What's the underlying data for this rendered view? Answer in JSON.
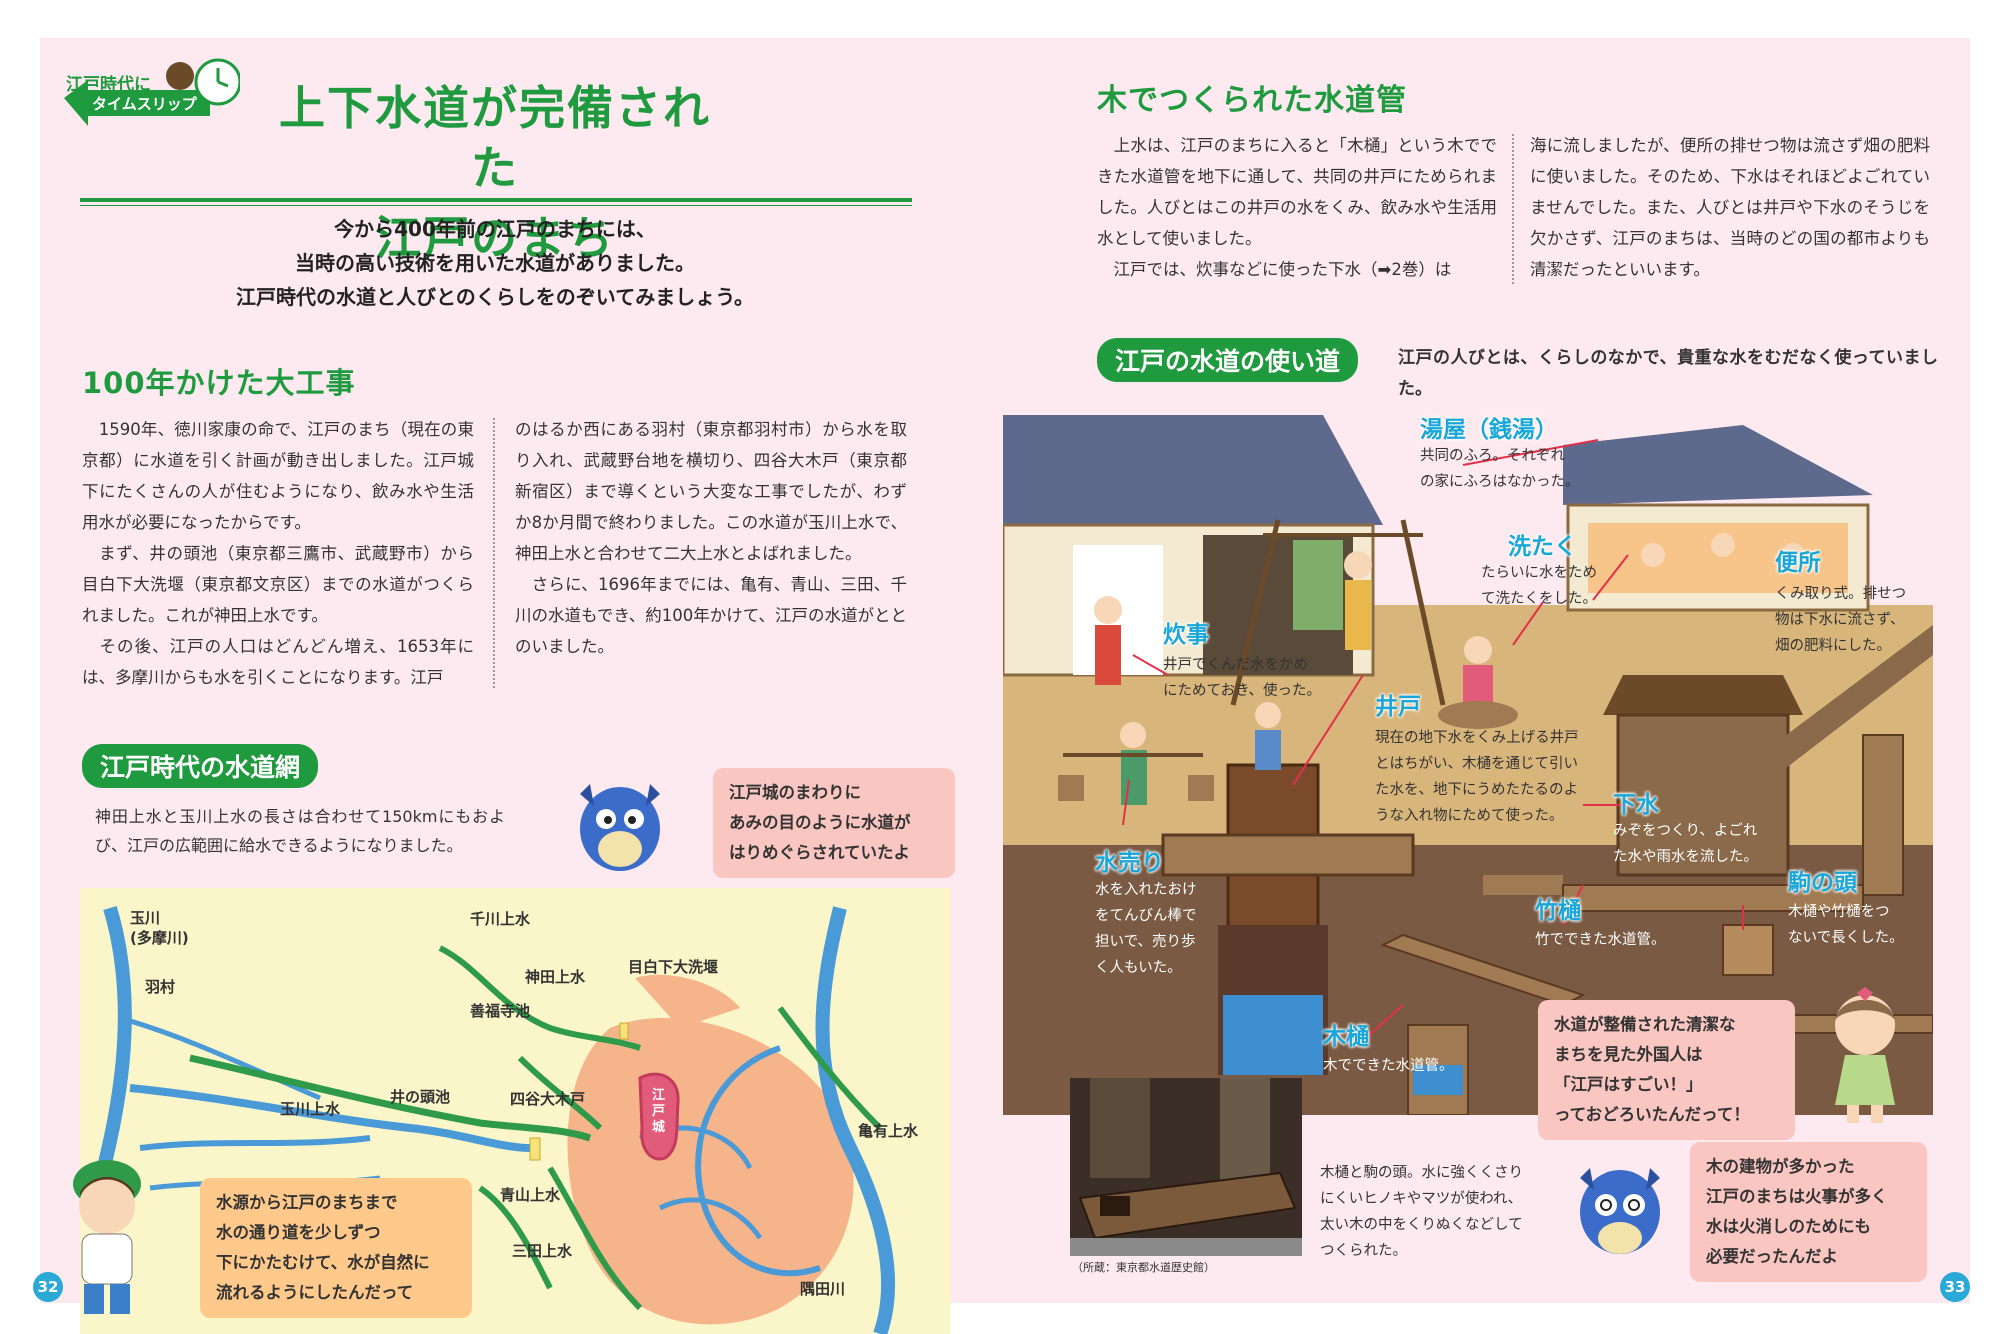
{
  "left": {
    "badge_line1": "江戸時代に",
    "badge_line2": "タイムスリップ",
    "title_line1": "上下水道が完備された",
    "title_line2": "江戸のまち",
    "intro_line1": "今から400年前の江戸のまちには、",
    "intro_line2": "当時の高い技術を用いた水道がありました。",
    "intro_line3": "江戸時代の水道と人びとのくらしをのぞいてみましょう。",
    "section1_heading": "100年かけた大工事",
    "section1_col1": "　1590年、徳川家康の命で、江戸のまち（現在の東京都）に水道を引く計画が動き出しました。江戸城下にたくさんの人が住むようになり、飲み水や生活用水が必要になったからです。\n　まず、井の頭池（東京都三鷹市、武蔵野市）から目白下大洗堰（東京都文京区）までの水道がつくられました。これが神田上水です。\n　その後、江戸の人口はどんどん増え、1653年には、多摩川からも水を引くことになります。江戸",
    "section1_col2": "のはるか西にある羽村（東京都羽村市）から水を取り入れ、武蔵野台地を横切り、四谷大木戸（東京都新宿区）まで導くという大変な工事でしたが、わずか8か月間で終わりました。この水道が玉川上水で、神田上水と合わせて二大上水とよばれました。\n　さらに、1696年までには、亀有、青山、三田、千川の水道もでき、約100年かけて、江戸の水道がととのいました。",
    "section2_heading": "江戸時代の水道網",
    "section2_text": "神田上水と玉川上水の長さは合わせて150kmにもおよび、江戸の広範囲に給水できるようになりました。",
    "bubble_castle": "江戸城のまわりに\nあみの目のように水道が\nはりめぐらされていたよ",
    "bubble_slope": "水源から江戸のまちまで\n水の通り道を少しずつ\n下にかたむけて、水が自然に\n流れるようにしたんだって",
    "map_labels": {
      "tamagawa": "玉川\n(多摩川)",
      "hamura": "羽村",
      "senkawa": "千川上水",
      "kanda": "神田上水",
      "mejiro": "目白下大洗堰",
      "zenpukuji": "善福寺池",
      "inokashira": "井の頭池",
      "yotsuya": "四谷大木戸",
      "tamagawa_josui": "玉川上水",
      "aoyama": "青山上水",
      "mita": "三田上水",
      "kameari": "亀有上水",
      "sumida": "隅田川",
      "castle": "江戸城"
    },
    "page_number": "32"
  },
  "right": {
    "section_heading": "木でつくられた水道管",
    "col1": "　上水は、江戸のまちに入ると「木樋」という木でできた水道管を地下に通して、共同の井戸にためられました。人びとはこの井戸の水をくみ、飲み水や生活用水として使いました。\n　江戸では、炊事などに使った下水（➡2巻）は",
    "col2": "海に流しましたが、便所の排せつ物は流さず畑の肥料に使いました。そのため、下水はそれほどよごれていませんでした。また、人びとは井戸や下水のそうじを欠かさず、江戸のまちは、当時のどの国の都市よりも清潔だったといいます。",
    "usage_heading": "江戸の水道の使い道",
    "usage_lead": "江戸の人びとは、くらしのなかで、貴重な水をむだなく使っていました。",
    "labels": {
      "yuya": "湯屋（銭湯）",
      "yuya_desc": "共同のふろ。それぞれ\nの家にふろはなかった。",
      "sentaku": "洗たく",
      "sentaku_desc": "たらいに水をため\nて洗たくをした。",
      "benjo": "便所",
      "benjo_desc": "くみ取り式。排せつ\n物は下水に流さず、\n畑の肥料にした。",
      "suiji": "炊事",
      "suiji_desc": "井戸でくんだ水をかめ\nにためておき、使った。",
      "ido": "井戸",
      "ido_desc": "現在の地下水をくみ上げる井戸\nとはちがい、木樋を通じて引い\nた水を、地下にうめたたるのよ\nうな入れ物にためて使った。",
      "gesui": "下水",
      "gesui_desc": "みぞをつくり、よごれ\nた水や雨水を流した。",
      "mizuuri": "水売り",
      "mizuuri_desc": "水を入れたおけ\nをてんびん棒で\n担いで、売り歩\nく人もいた。",
      "takedoi": "竹樋",
      "takedoi_desc": "竹でできた水道管。",
      "komagashira": "駒の頭",
      "komagashira_desc": "木樋や竹樋をつ\nないで長くした。",
      "mokuhi": "木樋",
      "mokuhi_desc": "木でできた水道管。"
    },
    "bubble_foreigner": "水道が整備された清潔な\nまちを見た外国人は\n「江戸はすごい！」\nっておどろいたんだって！",
    "photo_caption": "木樋と駒の頭。水に強くくさり\nにくいヒノキやマツが使われ、\n太い木の中をくりぬくなどして\nつくられた。",
    "photo_credit": "（所蔵：東京都水道歴史館）",
    "bubble_fire": "木の建物が多かった\n江戸のまちは火事が多く\n水は火消しのためにも\n必要だったんだよ",
    "page_number": "33"
  },
  "colors": {
    "green": "#1f9a3f",
    "pink_bg": "#fdeaf0",
    "bubble_pink": "#f9c6c1",
    "bubble_orange": "#ffc98b",
    "label_blue": "#1aa7d8",
    "map_water": "#4a9ad8",
    "map_green": "#2e9a4a",
    "map_city": "#f5b489"
  }
}
